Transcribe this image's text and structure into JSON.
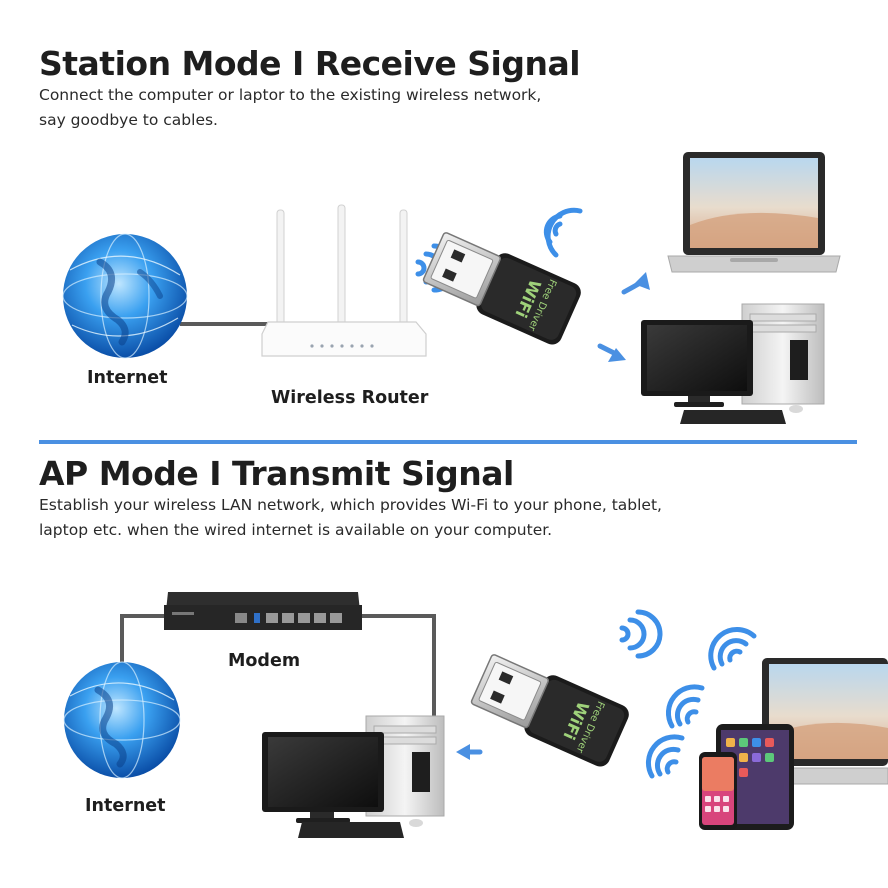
{
  "station": {
    "title": "Station Mode I Receive Signal",
    "desc_line1": "Connect the computer or laptor to the existing wireless network,",
    "desc_line2": "say goodbye to cables.",
    "label_internet": "Internet",
    "label_router": "Wireless Router"
  },
  "ap": {
    "title": "AP Mode I Transmit Signal",
    "desc_line1": "Establish your wireless LAN network, which provides Wi-Fi to your phone, tablet,",
    "desc_line2": "laptop etc. when the wired internet is available on your computer.",
    "label_modem": "Modem",
    "label_internet": "Internet"
  },
  "dongle_text": {
    "line1": "Free Driver",
    "line2": "WiFi"
  },
  "colors": {
    "accent": "#4a90e2",
    "wave": "#3d8fe8",
    "cable": "#5a5a5a",
    "dongle": "#1b1b1b"
  },
  "icons": [
    "globe-icon",
    "router-icon",
    "usb-dongle-icon",
    "laptop-icon",
    "desktop-pc-icon",
    "modem-icon",
    "phone-icon",
    "tablet-icon",
    "wifi-wave-icon",
    "arrow-icon"
  ]
}
